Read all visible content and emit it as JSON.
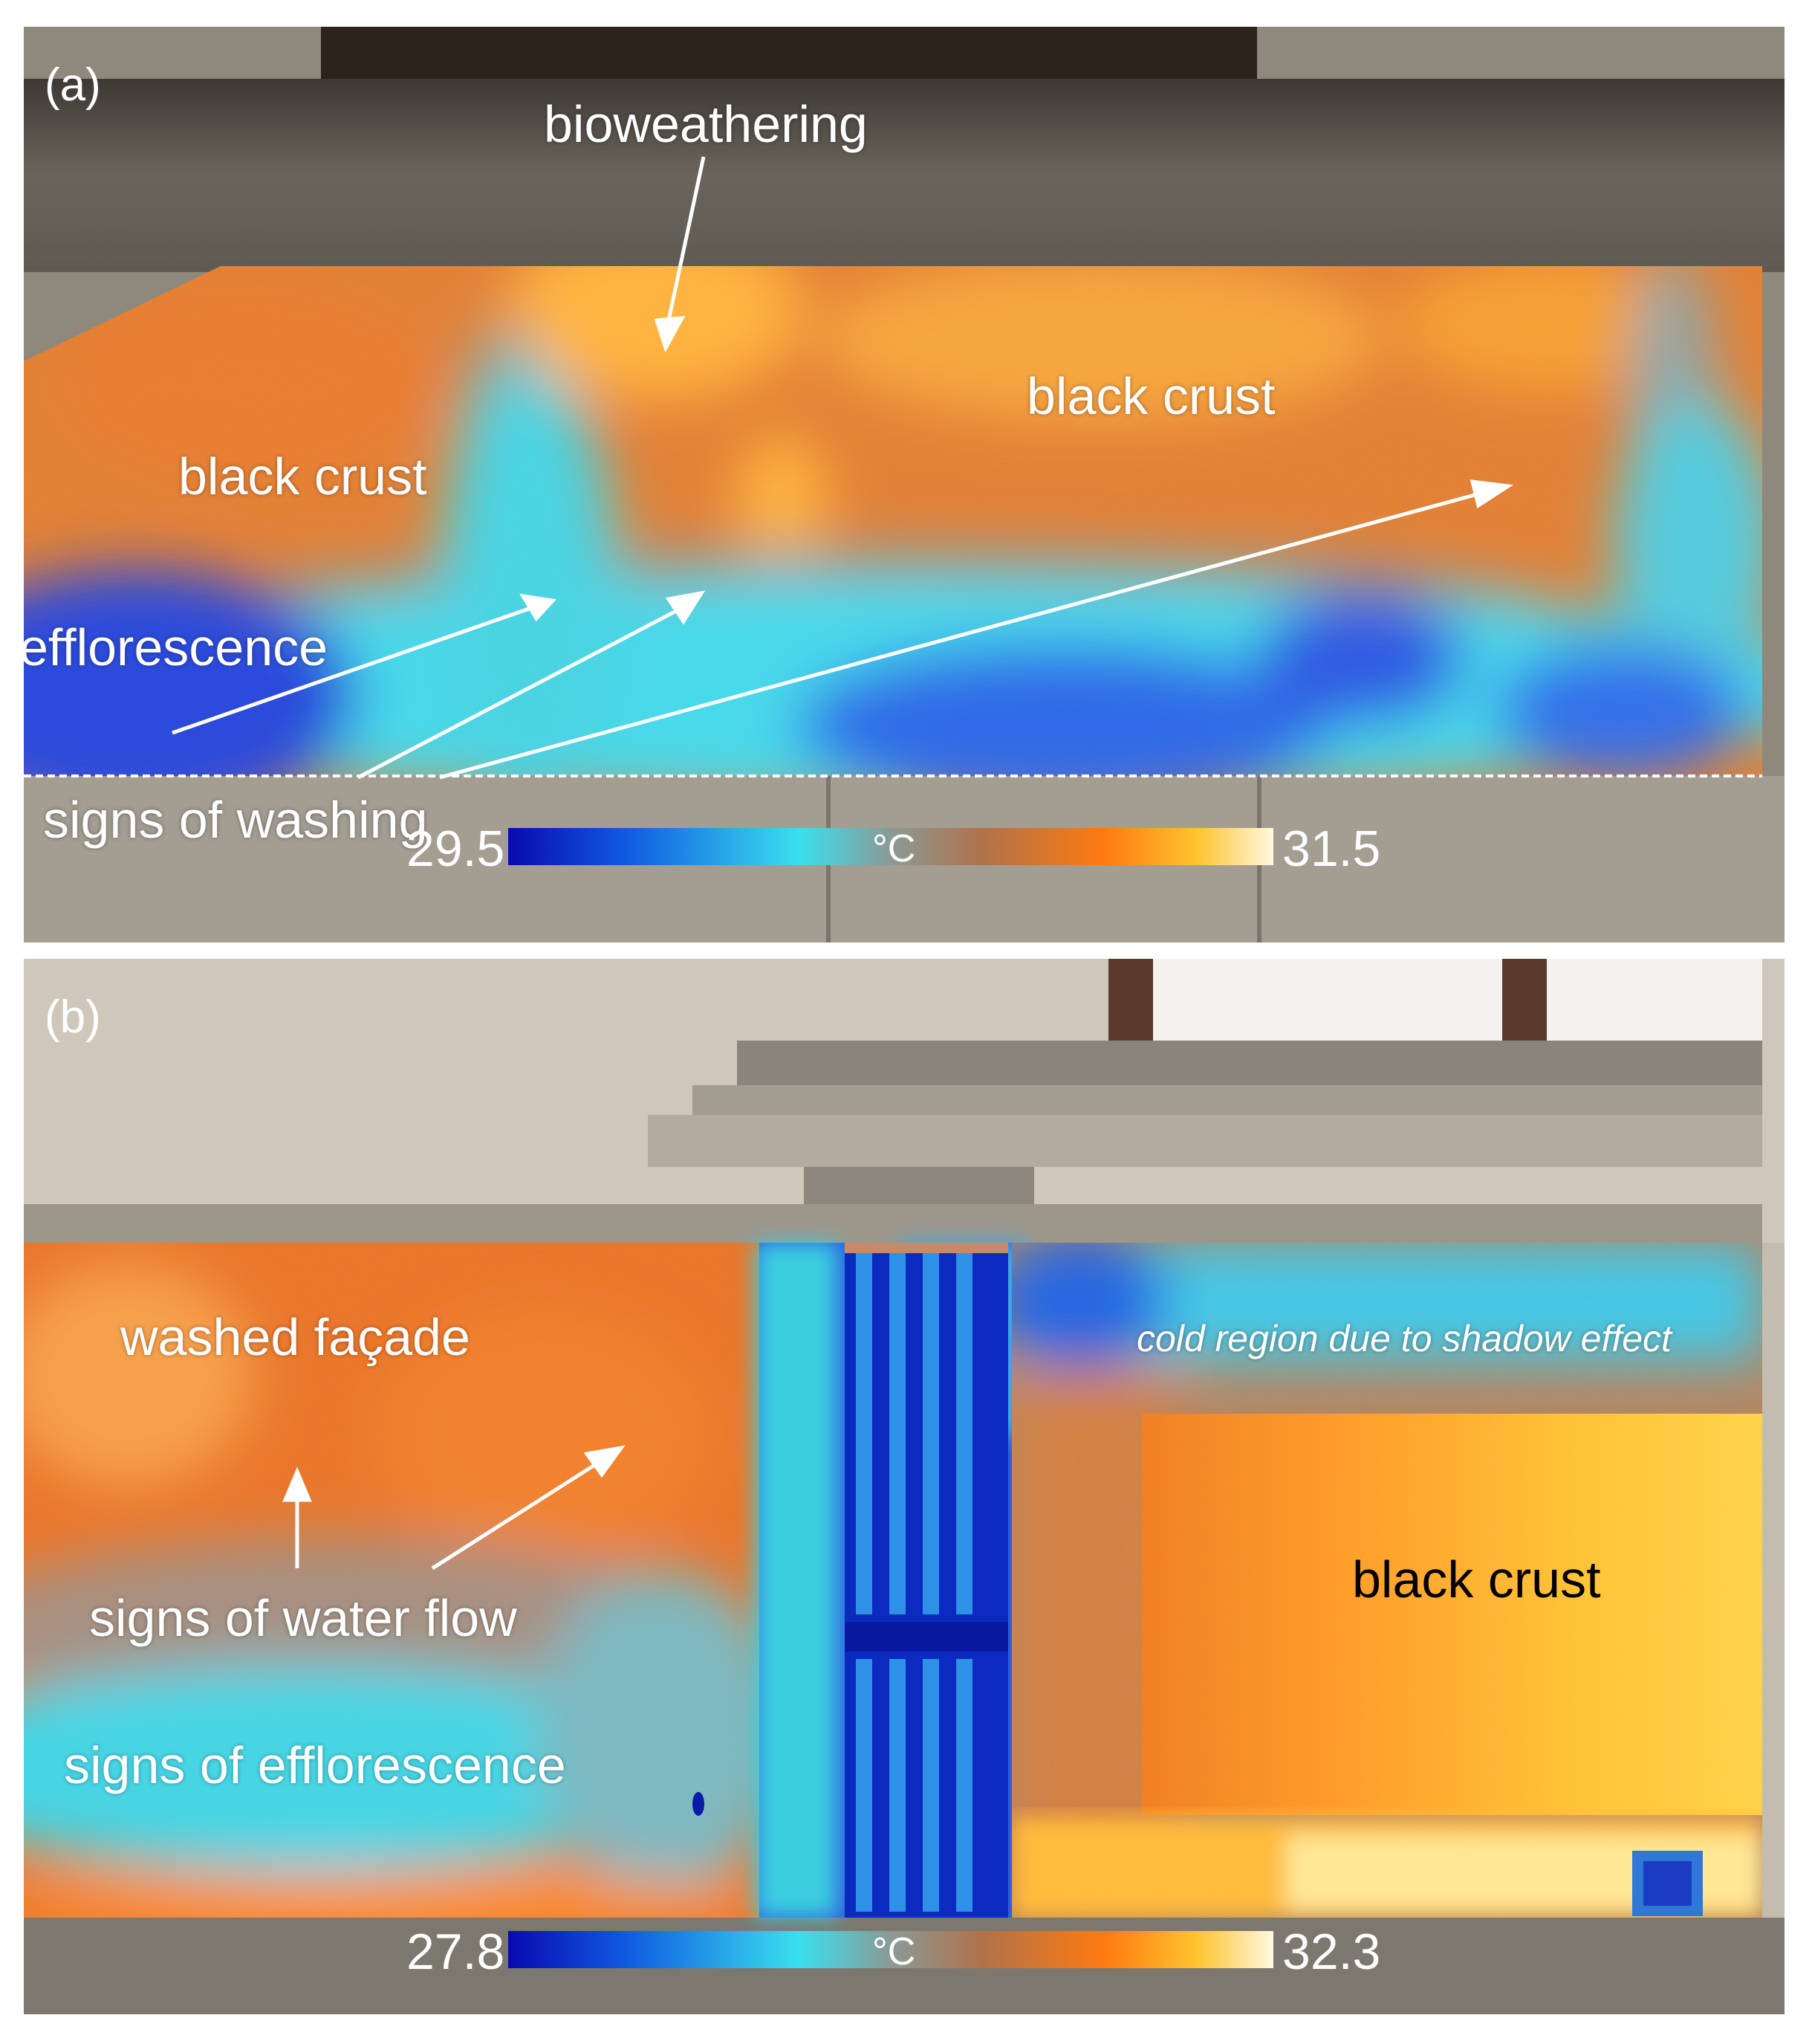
{
  "panels": {
    "a": {
      "tag": "(a)",
      "annotations": {
        "bioweathering": "bioweathering",
        "black_crust_left": "black crust",
        "black_crust_right": "black crust",
        "efflorescence": "efflorescence",
        "signs_of_washing": "signs of washing"
      },
      "colorbar": {
        "min": "29.5",
        "max": "31.5",
        "unit": "°C"
      }
    },
    "b": {
      "tag": "(b)",
      "annotations": {
        "washed_facade": "washed façade",
        "cold_region": "cold region due to shadow effect",
        "signs_of_water_flow": "signs of water flow",
        "black_crust": "black crust",
        "signs_of_efflorescence": "signs of efflorescence"
      },
      "colorbar": {
        "min": "27.8",
        "max": "32.3",
        "unit": "°C"
      }
    }
  },
  "palette": {
    "cold": "#0a14b4",
    "cool": "#3ad8e6",
    "mid": "#9a8a80",
    "warm": "#ff7b1c",
    "hot": "#ffe070",
    "hottest": "#fff8e8",
    "stone": "#9a9488",
    "dark_stone": "#5a5650"
  }
}
